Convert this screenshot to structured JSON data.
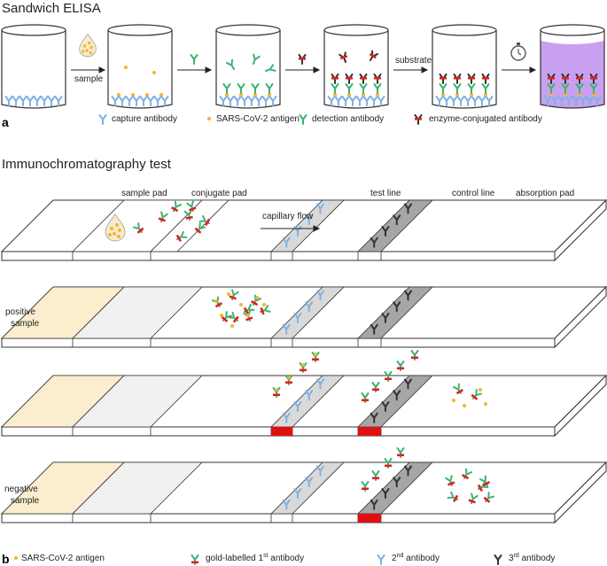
{
  "panel_a": {
    "title": "Sandwich ELISA",
    "panel_label": "a",
    "arrow_labels": {
      "sample": "sample",
      "substrate": "substrate"
    },
    "legend": [
      {
        "icon": "capture-antibody-icon",
        "label": "capture antibody",
        "color": "#7fb2e5"
      },
      {
        "icon": "antigen-dot-icon",
        "label": "SARS-CoV-2 antigen",
        "color": "#f3b62a"
      },
      {
        "icon": "detection-antibody-icon",
        "label": "detection antibody",
        "color": "#3cb371"
      },
      {
        "icon": "enzyme-antibody-icon",
        "label": "enzyme-conjugated  antibody",
        "color": "#333333"
      }
    ],
    "well_fill_color": "#c9a0f0"
  },
  "panel_b": {
    "title": "Immunochromatography test",
    "panel_label": "b",
    "zone_labels": {
      "sample_pad": "sample pad",
      "conjugate_pad": "conjugate pad",
      "test_line": "test line",
      "control_line": "control line",
      "absorption_pad": "absorption pad"
    },
    "flow_label": "capillary flow",
    "side_labels": {
      "positive_1": "positive",
      "positive_2": "sample",
      "negative_1": "negative",
      "negative_2": "sample"
    },
    "legend": {
      "antigen": "SARS-CoV-2 antigen",
      "gold_prefix": "gold-labelled 1",
      "gold_sup": "st",
      "gold_suffix": " antibody",
      "second_prefix": "2",
      "second_sup": "nd",
      "second_suffix": " antibody",
      "third_prefix": "3",
      "third_sup": "rd",
      "third_suffix": " antibody"
    },
    "colors": {
      "sample_pad": "#fbeecf",
      "conjugate_pad": "#f1f1f1",
      "test_line": "#d9d9d9",
      "control_line": "#a6a6a6",
      "positive_band": "#e01010"
    }
  }
}
